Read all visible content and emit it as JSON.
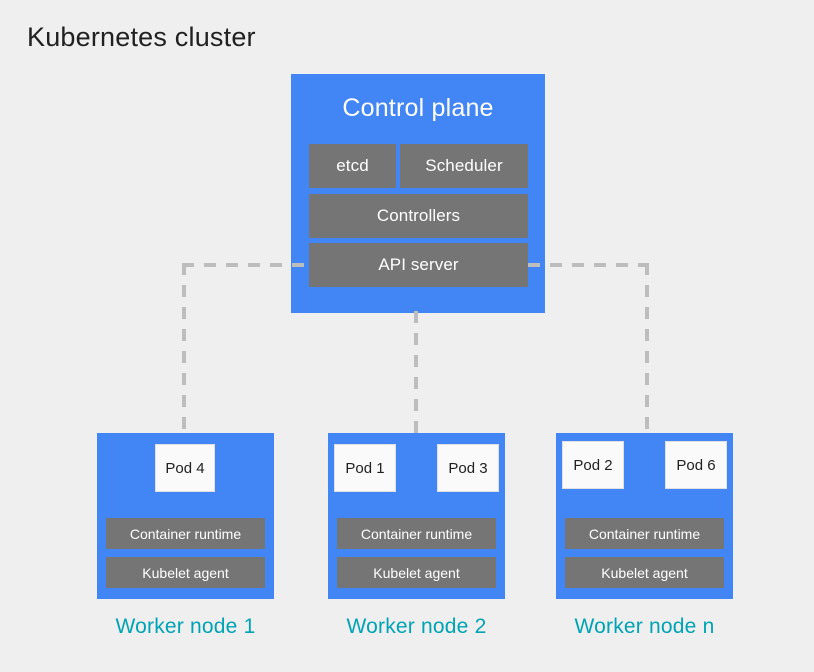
{
  "diagram": {
    "title": "Kubernetes cluster",
    "background_color": "#efefef",
    "accent_blue": "#4285f4",
    "component_gray": "#757575",
    "label_teal": "#00a3b4",
    "connector_gray": "#bdbdbd"
  },
  "control_plane": {
    "title": "Control plane",
    "components": [
      {
        "label": "etcd"
      },
      {
        "label": "Scheduler"
      },
      {
        "label": "Controllers"
      },
      {
        "label": "API server"
      }
    ]
  },
  "worker_nodes": [
    {
      "label": "Worker node 1",
      "pods": [
        {
          "label": "Pod 4"
        }
      ],
      "rows": [
        {
          "label": "Container runtime"
        },
        {
          "label": "Kubelet agent"
        }
      ]
    },
    {
      "label": "Worker node 2",
      "pods": [
        {
          "label": "Pod 1"
        },
        {
          "label": "Pod 3"
        }
      ],
      "rows": [
        {
          "label": "Container runtime"
        },
        {
          "label": "Kubelet agent"
        }
      ]
    },
    {
      "label": "Worker node n",
      "pods": [
        {
          "label": "Pod 2"
        },
        {
          "label": "Pod 6"
        }
      ],
      "rows": [
        {
          "label": "Container runtime"
        },
        {
          "label": "Kubelet agent"
        }
      ]
    }
  ],
  "connectors": [
    {
      "name": "api-server-to-worker-1"
    },
    {
      "name": "api-server-to-worker-2"
    },
    {
      "name": "api-server-to-worker-n"
    }
  ]
}
